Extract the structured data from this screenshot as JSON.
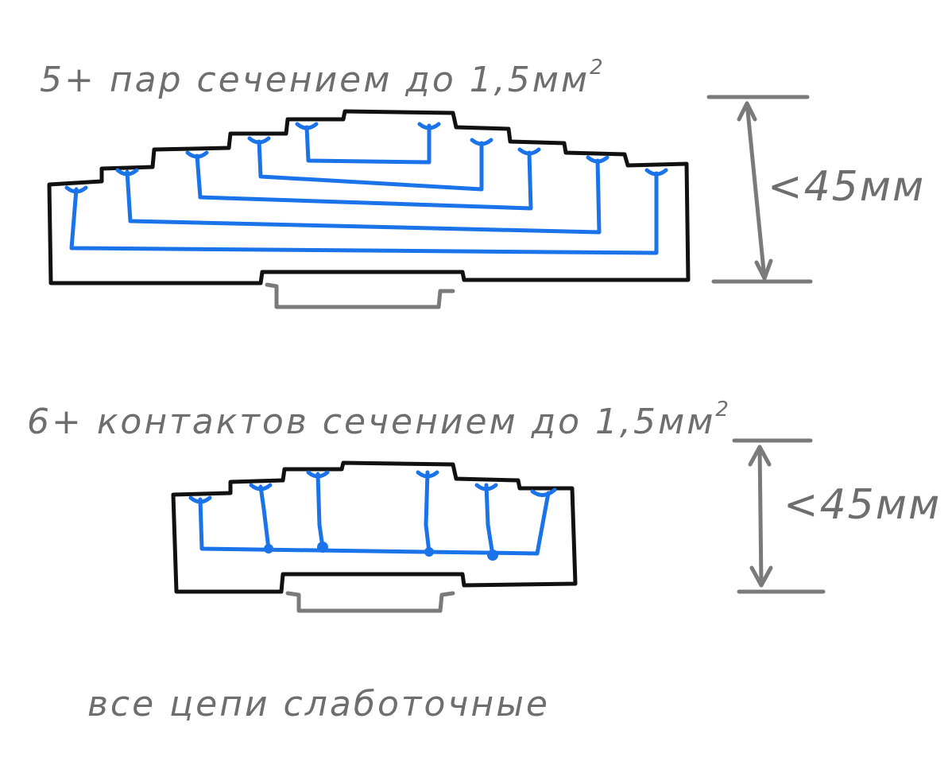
{
  "colors": {
    "outline": "#111111",
    "wire": "#1a73e8",
    "annotation": "#6e6e6e"
  },
  "top_diagram": {
    "caption_main": "5+ пар сечением до 1,5мм",
    "caption_sup": "2",
    "dimension": "<45мм"
  },
  "bottom_diagram": {
    "caption_main": "6+ контактов сечением до 1,5мм",
    "caption_sup": "2",
    "dimension": "<45мм"
  },
  "footer_note": "все цепи слаботочные"
}
